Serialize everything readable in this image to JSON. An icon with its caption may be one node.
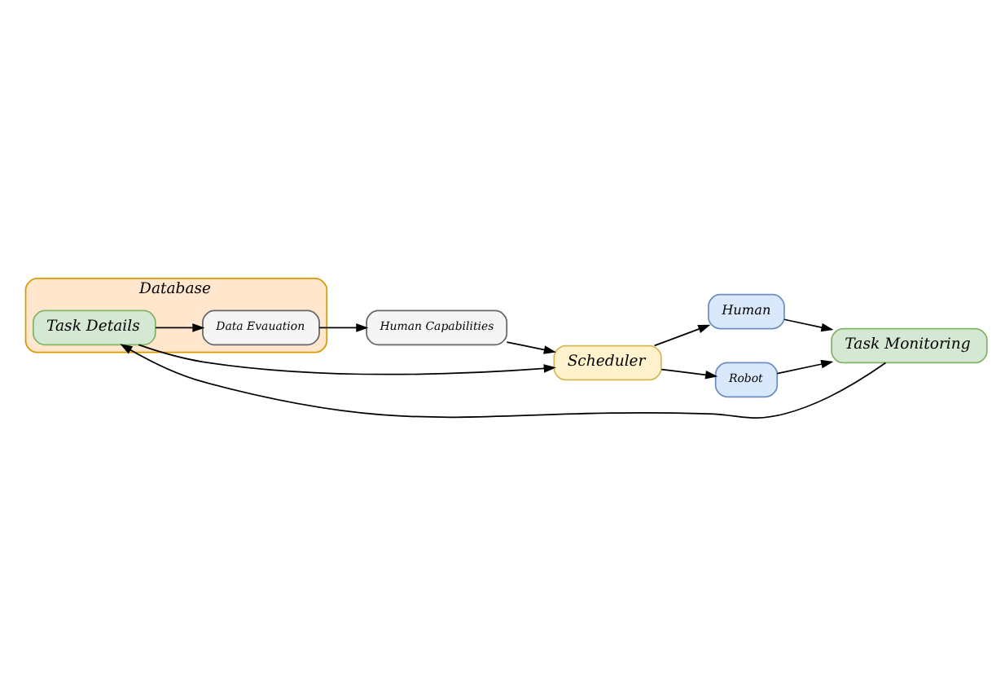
{
  "diagram": {
    "nodes": [
      {
        "text": [
          "Database"
        ]
      },
      {
        "text": [
          "Data Evauation"
        ],
        "in": 0
      },
      {
        "text": [
          "Task Details"
        ],
        "in": 0
      },
      {
        "text": [
          "Human Capabilities"
        ]
      },
      {
        "text": [
          "Scheduler"
        ]
      },
      {
        "text": [
          "Human"
        ]
      },
      {
        "text": [
          "Robot"
        ]
      },
      {
        "text": [
          "Task Monitoring"
        ]
      }
    ],
    "edges": [
      {
        "from": 2,
        "to": 1,
        "arrow": "to"
      },
      {
        "from": 1,
        "to": 3,
        "arrow": "to"
      },
      {
        "from": 3,
        "to": 4,
        "arrow": "to"
      },
      {
        "from": 2,
        "to": 4,
        "arrow": "to"
      },
      {
        "from": 4,
        "to": 5,
        "arrow": "to"
      },
      {
        "from": 4,
        "to": 6,
        "arrow": "to"
      },
      {
        "from": 6,
        "to": 7,
        "arrow": "to"
      },
      {
        "from": 5,
        "to": 7,
        "arrow": "to"
      },
      {
        "from": 7,
        "to": 2,
        "arrow": "to"
      }
    ]
  }
}
